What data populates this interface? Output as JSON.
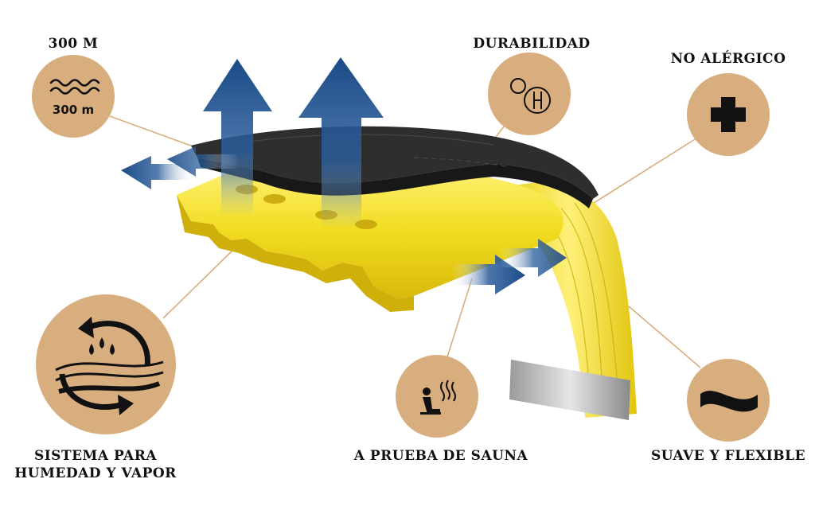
{
  "colors": {
    "circle": "#D9AE7E",
    "icon": "#111111",
    "strap_yellow": "#F2DC1E",
    "strap_black": "#2a2a2a",
    "arrow_blue": "#1F4E8C",
    "leader": "#D9AE7E"
  },
  "features": {
    "depth": {
      "label": "300 M",
      "icon": "water-waves-icon",
      "icon_text": "300 m"
    },
    "durability": {
      "label": "DURABILIDAD",
      "icon": "durability-hammer-icon"
    },
    "non_allergic": {
      "label": "NO ALÉRGICO",
      "icon": "plus-cross-icon"
    },
    "moisture": {
      "line1": "SISTEMA PARA",
      "line2": "HUMEDAD Y VAPOR",
      "icon": "moisture-cycle-icon"
    },
    "sauna": {
      "label": "A PRUEBA DE SAUNA",
      "icon": "sauna-person-icon"
    },
    "flexible": {
      "label": "SUAVE Y FLEXIBLE",
      "icon": "flexible-wave-icon"
    }
  }
}
